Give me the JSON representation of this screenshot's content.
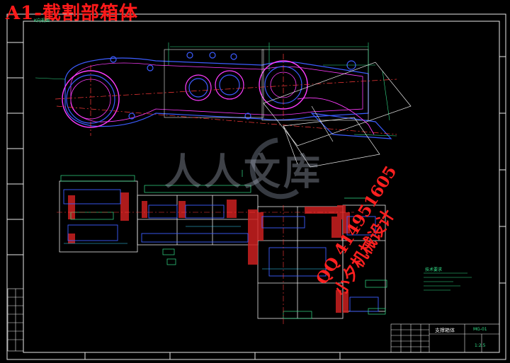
{
  "title": "A1-截割部箱体",
  "watermark": {
    "text": "人人文库",
    "color": "#b4c0d8"
  },
  "stamp": {
    "line1": "QQ 414951605",
    "line2": "小夕机械设计",
    "color": "#ff2020"
  },
  "title_block": {
    "drawing_name": "支撑箱体",
    "code": "MG-01",
    "scale": "1:2.5"
  },
  "notes": {
    "heading": "技术要求"
  },
  "top_label": "K向视图",
  "colors": {
    "background": "#000000",
    "frame": "#e8e8e8",
    "outline_blue": "#3c5cff",
    "centerline_red": "#ff3a3a",
    "dimension_green": "#33e08a",
    "hatch_red": "#cc2020",
    "magenta": "#ff3cff",
    "cyan": "#38d8ff"
  }
}
